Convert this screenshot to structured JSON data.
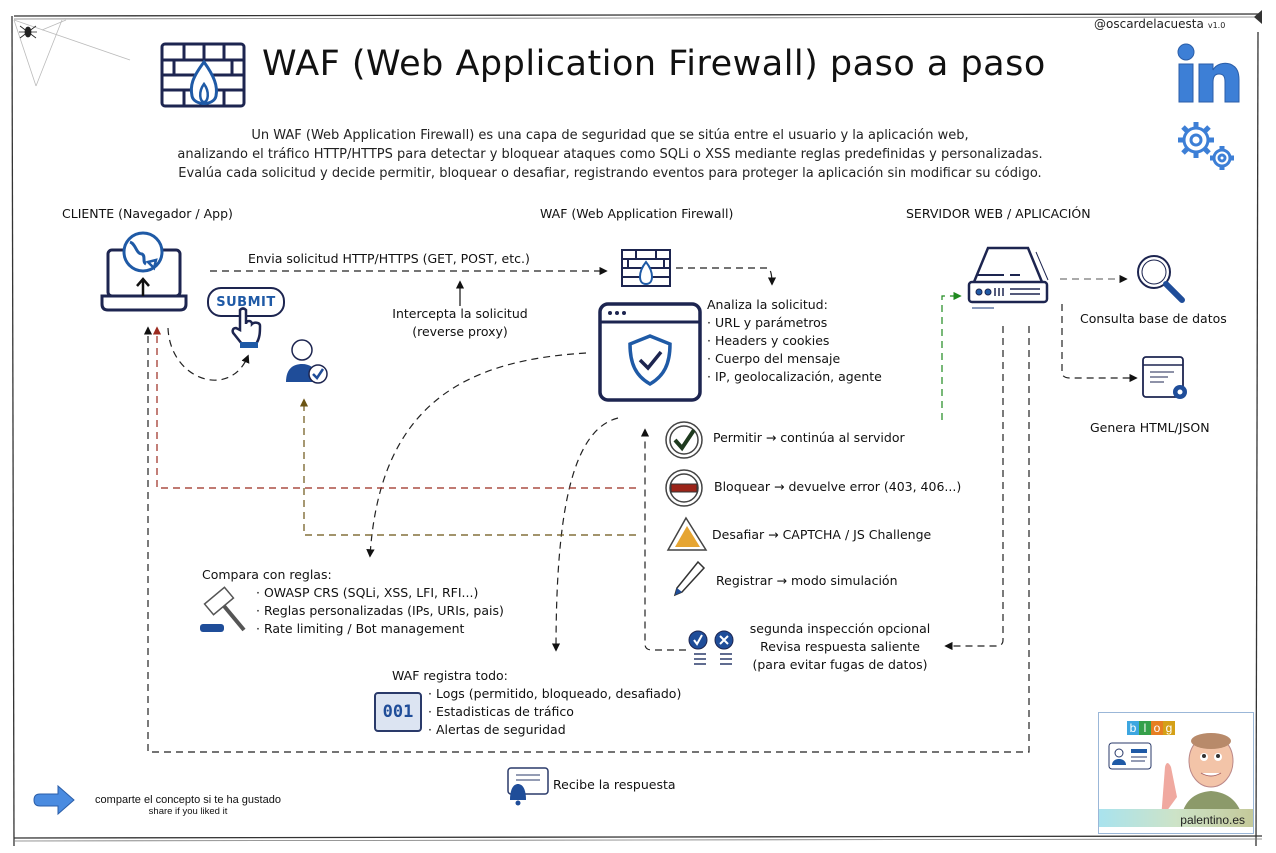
{
  "header": {
    "title": "WAF (Web Application Firewall) paso a paso",
    "handle": "@oscardelacuesta",
    "version": "v1.0",
    "intro_lines": [
      "Un WAF (Web Application Firewall) es una capa de seguridad que se sitúa entre el usuario y la aplicación web,",
      "analizando el tráfico HTTP/HTTPS para detectar y bloquear ataques como SQLi o XSS mediante reglas predefinidas y personalizadas.",
      "Evalúa cada solicitud y decide permitir, bloquear o desafiar, registrando eventos para proteger la aplicación sin modificar su código."
    ]
  },
  "columns": {
    "client": "CLIENTE (Navegador / App)",
    "waf": "WAF (Web Application Firewall)",
    "server": "SERVIDOR WEB / APLICACIÓN"
  },
  "flow": {
    "send_request": "Envia solicitud HTTP/HTTPS (GET, POST, etc.)",
    "intercept": [
      "Intercepta la solicitud",
      "(reverse proxy)"
    ],
    "submit_button": "SUBMIT",
    "analyze": {
      "title": "Analiza la solicitud:",
      "items": [
        "· URL y parámetros",
        "· Headers y cookies",
        "· Cuerpo del mensaje",
        "· IP, geolocalización, agente"
      ]
    },
    "decisions": [
      {
        "icon": "check-circle-icon",
        "label": "Permitir → continúa al servidor"
      },
      {
        "icon": "block-circle-icon",
        "label": "Bloquear → devuelve error (403, 406...)"
      },
      {
        "icon": "warning-triangle-icon",
        "label": "Desafiar → CAPTCHA / JS Challenge"
      },
      {
        "icon": "pen-icon",
        "label": "Registrar → modo simulación"
      }
    ],
    "rules": {
      "title": "Compara con reglas:",
      "items": [
        "· OWASP CRS (SQLi, XSS, LFI, RFI...)",
        "· Reglas personalizadas (IPs, URIs, pais)",
        "· Rate limiting / Bot management"
      ]
    },
    "logging": {
      "title": "WAF registra todo:",
      "counter": "001",
      "items": [
        "· Logs (permitido, bloqueado, desafiado)",
        "· Estadisticas de tráfico",
        "· Alertas de seguridad"
      ]
    },
    "second_inspection": [
      "segunda inspección opcional",
      "Revisa respuesta saliente",
      "(para evitar fugas de datos)"
    ],
    "db_query": "Consulta base de datos",
    "generate": "Genera HTML/JSON",
    "receive": "Recibe la respuesta"
  },
  "footer": {
    "share_es": "comparte el concepto si te ha gustado",
    "share_en": "share if you liked it",
    "blog_letters": [
      "b",
      "l",
      "o",
      "g"
    ],
    "blog_site": "palentino.es"
  },
  "colors": {
    "navy": "#1d2550",
    "blue": "#1f5aa6",
    "linkedin": "#3d7fd6",
    "block_red": "#9b2419",
    "challenge_orange": "#e6a532",
    "allow_green": "#1f8a1f",
    "dash_red": "#9b2a1f",
    "dash_brown": "#6b5414"
  }
}
